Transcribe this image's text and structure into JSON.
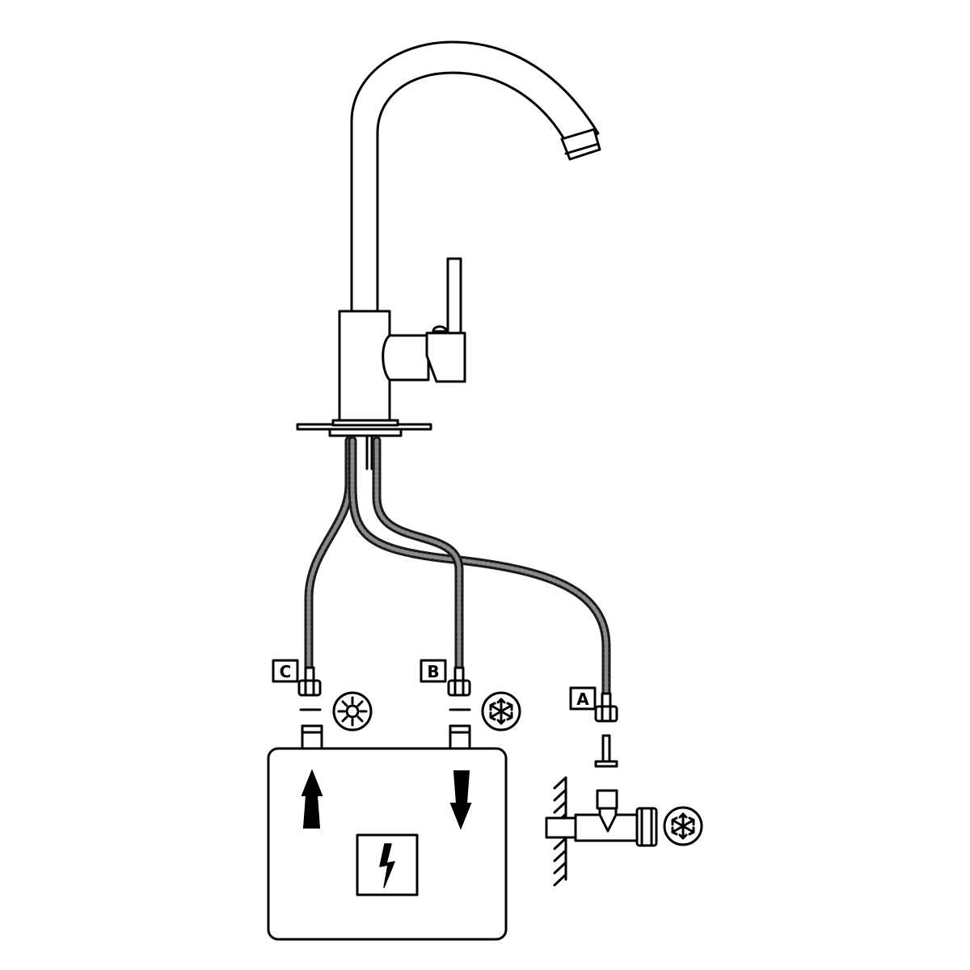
{
  "labels": {
    "hot_connection": "C",
    "cold_connection_heater": "B",
    "cold_connection_valve": "A"
  },
  "icons": {
    "hot": "sun-icon",
    "cold": "snowflake-icon",
    "electric": "lightning-icon",
    "flow_up": "arrow-up-icon",
    "flow_down": "arrow-down-icon"
  },
  "colors": {
    "line": "#000000",
    "background": "#ffffff"
  }
}
